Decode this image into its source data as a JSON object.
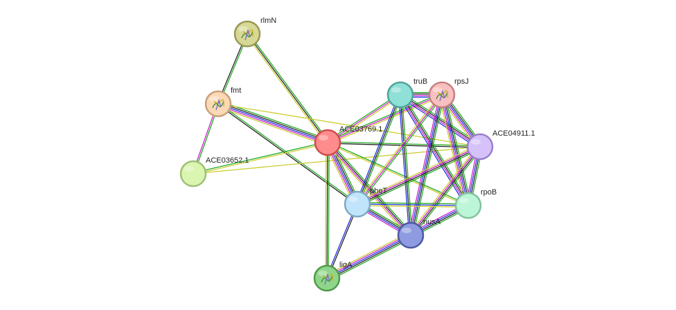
{
  "nodes": [
    {
      "id": "rlmN",
      "label": "rlmN",
      "fill": "#d8d896",
      "stroke": "#999955",
      "icon": "protein-structure-icon"
    },
    {
      "id": "fmt",
      "label": "fmt",
      "fill": "#fbd9b5",
      "stroke": "#c8a07a",
      "icon": "protein-structure-icon"
    },
    {
      "id": "ACE03769.1",
      "label": "ACE03769.1",
      "fill": "#ff8c8c",
      "stroke": "#cc4d4d",
      "icon": ""
    },
    {
      "id": "ACE03652.1",
      "label": "ACE03652.1",
      "fill": "#d9f5b0",
      "stroke": "#9fbf77",
      "icon": ""
    },
    {
      "id": "truB",
      "label": "truB",
      "fill": "#8fe0d6",
      "stroke": "#4fa39a",
      "icon": ""
    },
    {
      "id": "rpsJ",
      "label": "rpsJ",
      "fill": "#f8c0c0",
      "stroke": "#c67f7f",
      "icon": "protein-structure-icon"
    },
    {
      "id": "ACE04911.1",
      "label": "ACE04911.1",
      "fill": "#d6c2fa",
      "stroke": "#9a7fcc",
      "icon": ""
    },
    {
      "id": "pheT",
      "label": "pheT",
      "fill": "#c0e4fa",
      "stroke": "#7fa9c4",
      "icon": ""
    },
    {
      "id": "rpoB",
      "label": "rpoB",
      "fill": "#bdf5d8",
      "stroke": "#7fc39d",
      "icon": ""
    },
    {
      "id": "nusA",
      "label": "nusA",
      "fill": "#8f9be0",
      "stroke": "#4d59a3",
      "icon": ""
    },
    {
      "id": "ligA",
      "label": "ligA",
      "fill": "#8fd68a",
      "stroke": "#4f9a4a",
      "icon": "protein-structure-icon"
    }
  ],
  "edge_colors": {
    "green": "#22aa22",
    "black": "#222222",
    "blue": "#2233dd",
    "magenta": "#cc22cc",
    "yellow": "#cccc33",
    "olive": "#888833"
  },
  "edges": [
    {
      "source": "rlmN",
      "target": "fmt",
      "colors": [
        "green",
        "black"
      ]
    },
    {
      "source": "rlmN",
      "target": "ACE03769.1",
      "colors": [
        "green",
        "black",
        "yellow"
      ]
    },
    {
      "source": "fmt",
      "target": "ACE03652.1",
      "colors": [
        "green",
        "magenta"
      ]
    },
    {
      "source": "fmt",
      "target": "ACE03769.1",
      "colors": [
        "green",
        "black",
        "blue",
        "magenta",
        "yellow"
      ]
    },
    {
      "source": "fmt",
      "target": "pheT",
      "colors": [
        "green",
        "black"
      ]
    },
    {
      "source": "fmt",
      "target": "ACE04911.1",
      "colors": [
        "yellow"
      ]
    },
    {
      "source": "ACE03652.1",
      "target": "ACE03769.1",
      "colors": [
        "green",
        "yellow"
      ]
    },
    {
      "source": "ACE03652.1",
      "target": "ACE04911.1",
      "colors": [
        "yellow"
      ]
    },
    {
      "source": "ACE03769.1",
      "target": "truB",
      "colors": [
        "green",
        "magenta",
        "yellow"
      ]
    },
    {
      "source": "ACE03769.1",
      "target": "rpsJ",
      "colors": [
        "green",
        "magenta",
        "yellow"
      ]
    },
    {
      "source": "ACE03769.1",
      "target": "ACE04911.1",
      "colors": [
        "green",
        "black"
      ]
    },
    {
      "source": "ACE03769.1",
      "target": "pheT",
      "colors": [
        "green",
        "black",
        "blue",
        "magenta",
        "yellow"
      ]
    },
    {
      "source": "ACE03769.1",
      "target": "rpoB",
      "colors": [
        "green",
        "yellow"
      ]
    },
    {
      "source": "ACE03769.1",
      "target": "nusA",
      "colors": [
        "green",
        "black",
        "magenta",
        "yellow"
      ]
    },
    {
      "source": "ACE03769.1",
      "target": "ligA",
      "colors": [
        "green",
        "black",
        "yellow"
      ]
    },
    {
      "source": "truB",
      "target": "rpsJ",
      "colors": [
        "green",
        "black",
        "magenta",
        "blue"
      ]
    },
    {
      "source": "truB",
      "target": "ACE04911.1",
      "colors": [
        "green",
        "black",
        "magenta",
        "blue"
      ]
    },
    {
      "source": "truB",
      "target": "pheT",
      "colors": [
        "green",
        "black",
        "blue"
      ]
    },
    {
      "source": "truB",
      "target": "rpoB",
      "colors": [
        "green",
        "black",
        "magenta",
        "blue"
      ]
    },
    {
      "source": "truB",
      "target": "nusA",
      "colors": [
        "green",
        "black",
        "blue"
      ]
    },
    {
      "source": "rpsJ",
      "target": "ACE04911.1",
      "colors": [
        "green",
        "black",
        "blue",
        "magenta",
        "yellow"
      ]
    },
    {
      "source": "rpsJ",
      "target": "pheT",
      "colors": [
        "green",
        "magenta",
        "yellow"
      ]
    },
    {
      "source": "rpsJ",
      "target": "rpoB",
      "colors": [
        "green",
        "black",
        "blue",
        "magenta",
        "yellow"
      ]
    },
    {
      "source": "rpsJ",
      "target": "nusA",
      "colors": [
        "green",
        "black",
        "blue",
        "magenta"
      ]
    },
    {
      "source": "ACE04911.1",
      "target": "pheT",
      "colors": [
        "green",
        "black",
        "magenta",
        "yellow"
      ]
    },
    {
      "source": "ACE04911.1",
      "target": "rpoB",
      "colors": [
        "green",
        "black",
        "blue",
        "magenta"
      ]
    },
    {
      "source": "ACE04911.1",
      "target": "nusA",
      "colors": [
        "green",
        "black",
        "magenta",
        "yellow"
      ]
    },
    {
      "source": "pheT",
      "target": "rpoB",
      "colors": [
        "green",
        "blue",
        "yellow"
      ]
    },
    {
      "source": "pheT",
      "target": "nusA",
      "colors": [
        "green",
        "black",
        "blue",
        "magenta"
      ]
    },
    {
      "source": "pheT",
      "target": "ligA",
      "colors": [
        "black",
        "blue"
      ]
    },
    {
      "source": "rpoB",
      "target": "nusA",
      "colors": [
        "green",
        "black",
        "blue",
        "magenta"
      ]
    },
    {
      "source": "nusA",
      "target": "ligA",
      "colors": [
        "green",
        "black",
        "blue",
        "magenta",
        "yellow"
      ]
    }
  ]
}
